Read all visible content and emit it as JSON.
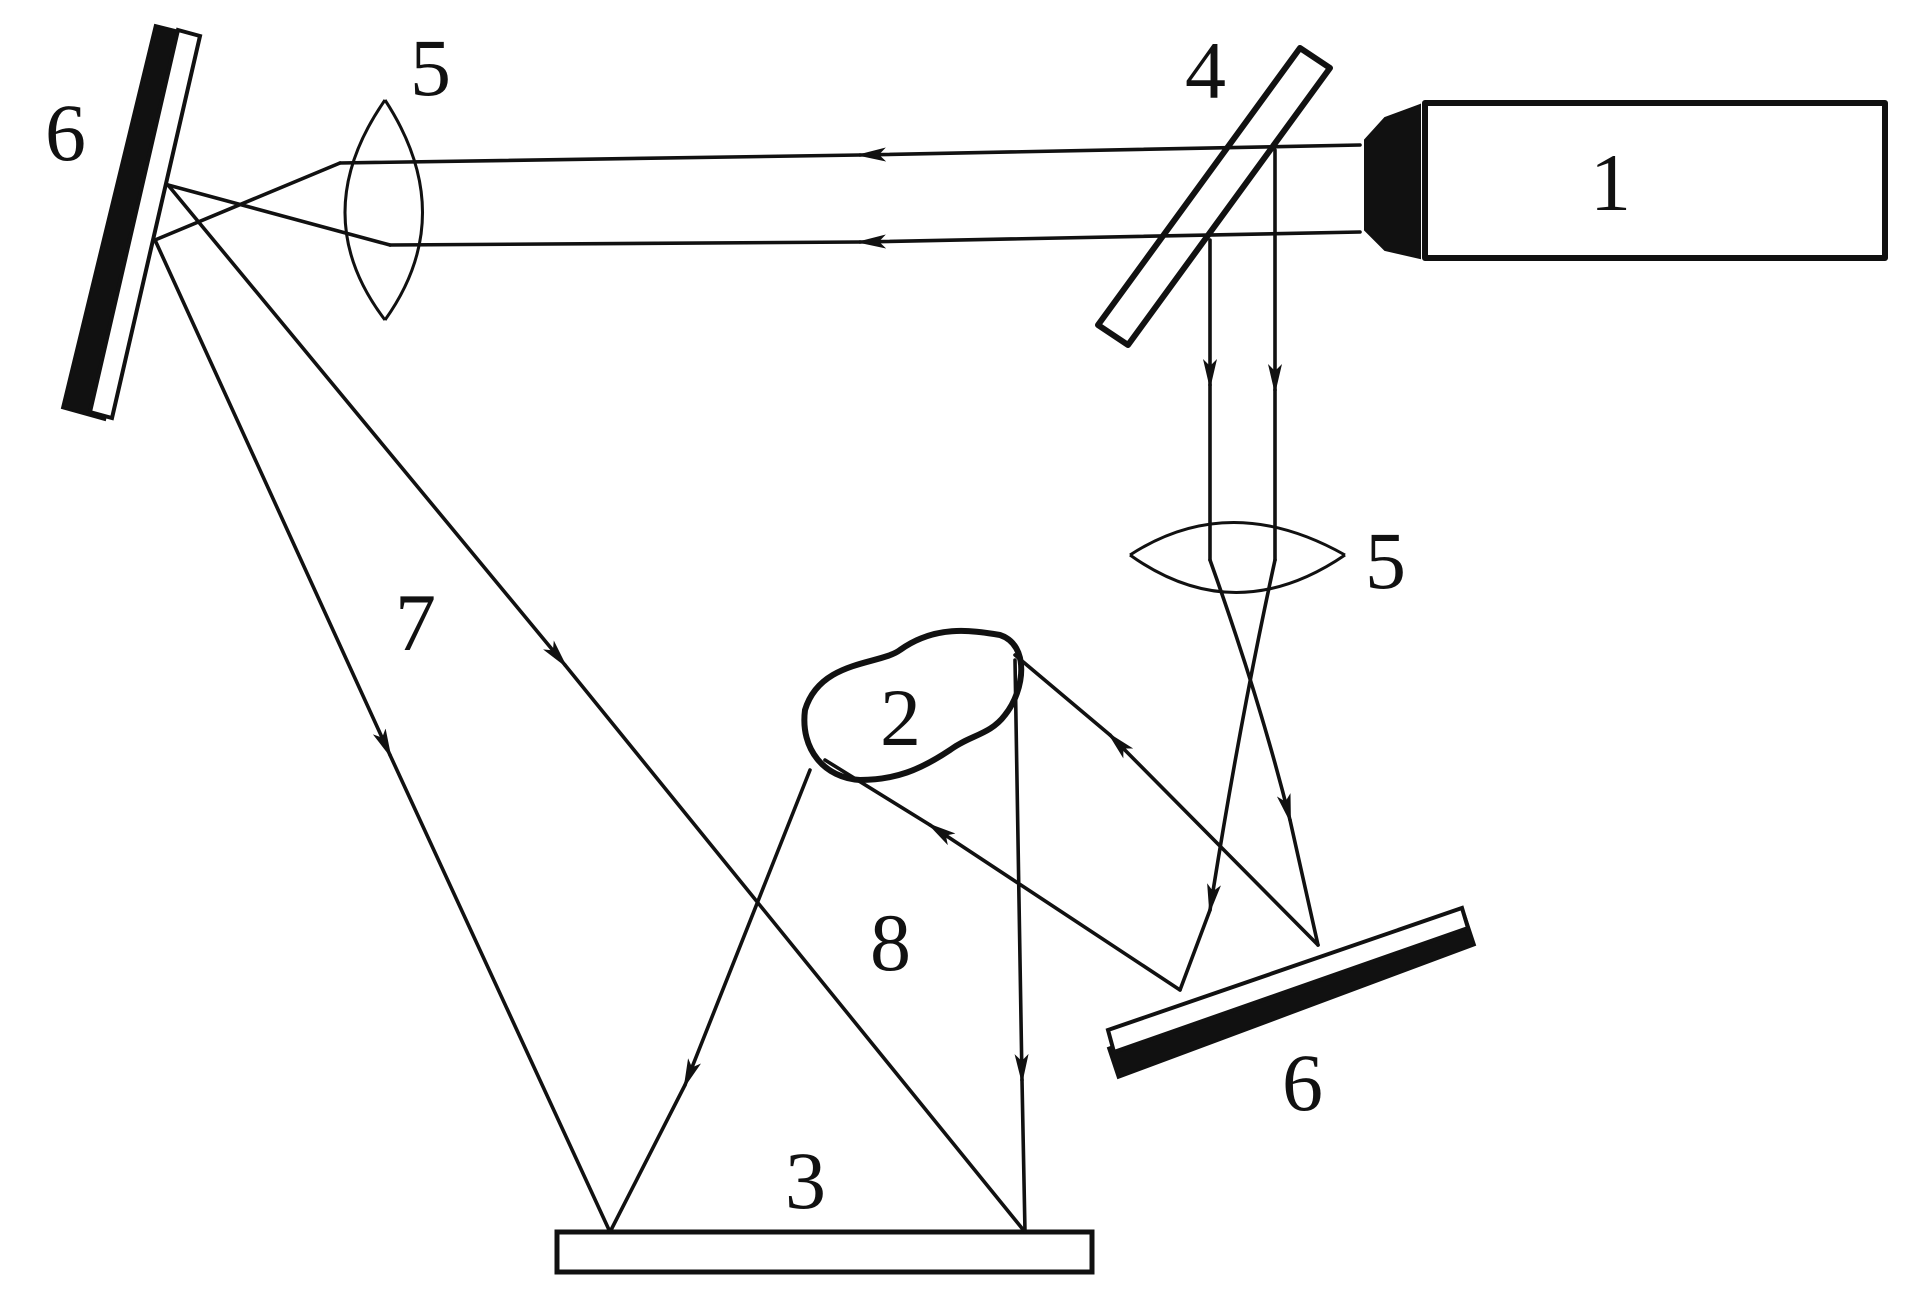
{
  "labels": {
    "laser": "1",
    "object": "2",
    "plate": "3",
    "beam_splitter": "4",
    "lens_top": "5",
    "lens_right": "5",
    "mirror_left": "6",
    "mirror_right": "6",
    "reference_beam": "7",
    "object_beam": "8"
  },
  "colors": {
    "ink": "#111111",
    "background": "#ffffff"
  }
}
